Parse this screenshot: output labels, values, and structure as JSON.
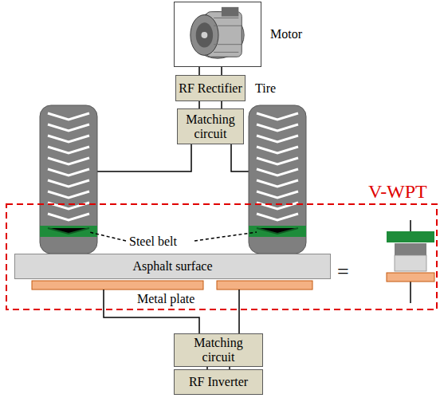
{
  "diagram": {
    "nodes": [
      {
        "text": [
          "Motor"
        ]
      },
      {
        "text": [
          "RF Rectifier"
        ]
      },
      {
        "text": [
          "Matching circuit"
        ]
      },
      {
        "text": [
          "Asphalt surface"
        ]
      },
      {
        "text": [
          "Matching circuit"
        ]
      },
      {
        "text": [
          "RF Inverter"
        ]
      }
    ],
    "edges": [
      {
        "from": 0,
        "to": 1,
        "arrow": "none"
      },
      {
        "from": 1,
        "to": 2,
        "arrow": "none"
      },
      {
        "from": 4,
        "to": 5,
        "arrow": "none"
      }
    ],
    "labels": [
      "Tire",
      "V-WPT",
      "Steel belt",
      "=",
      "Metal plate"
    ]
  }
}
